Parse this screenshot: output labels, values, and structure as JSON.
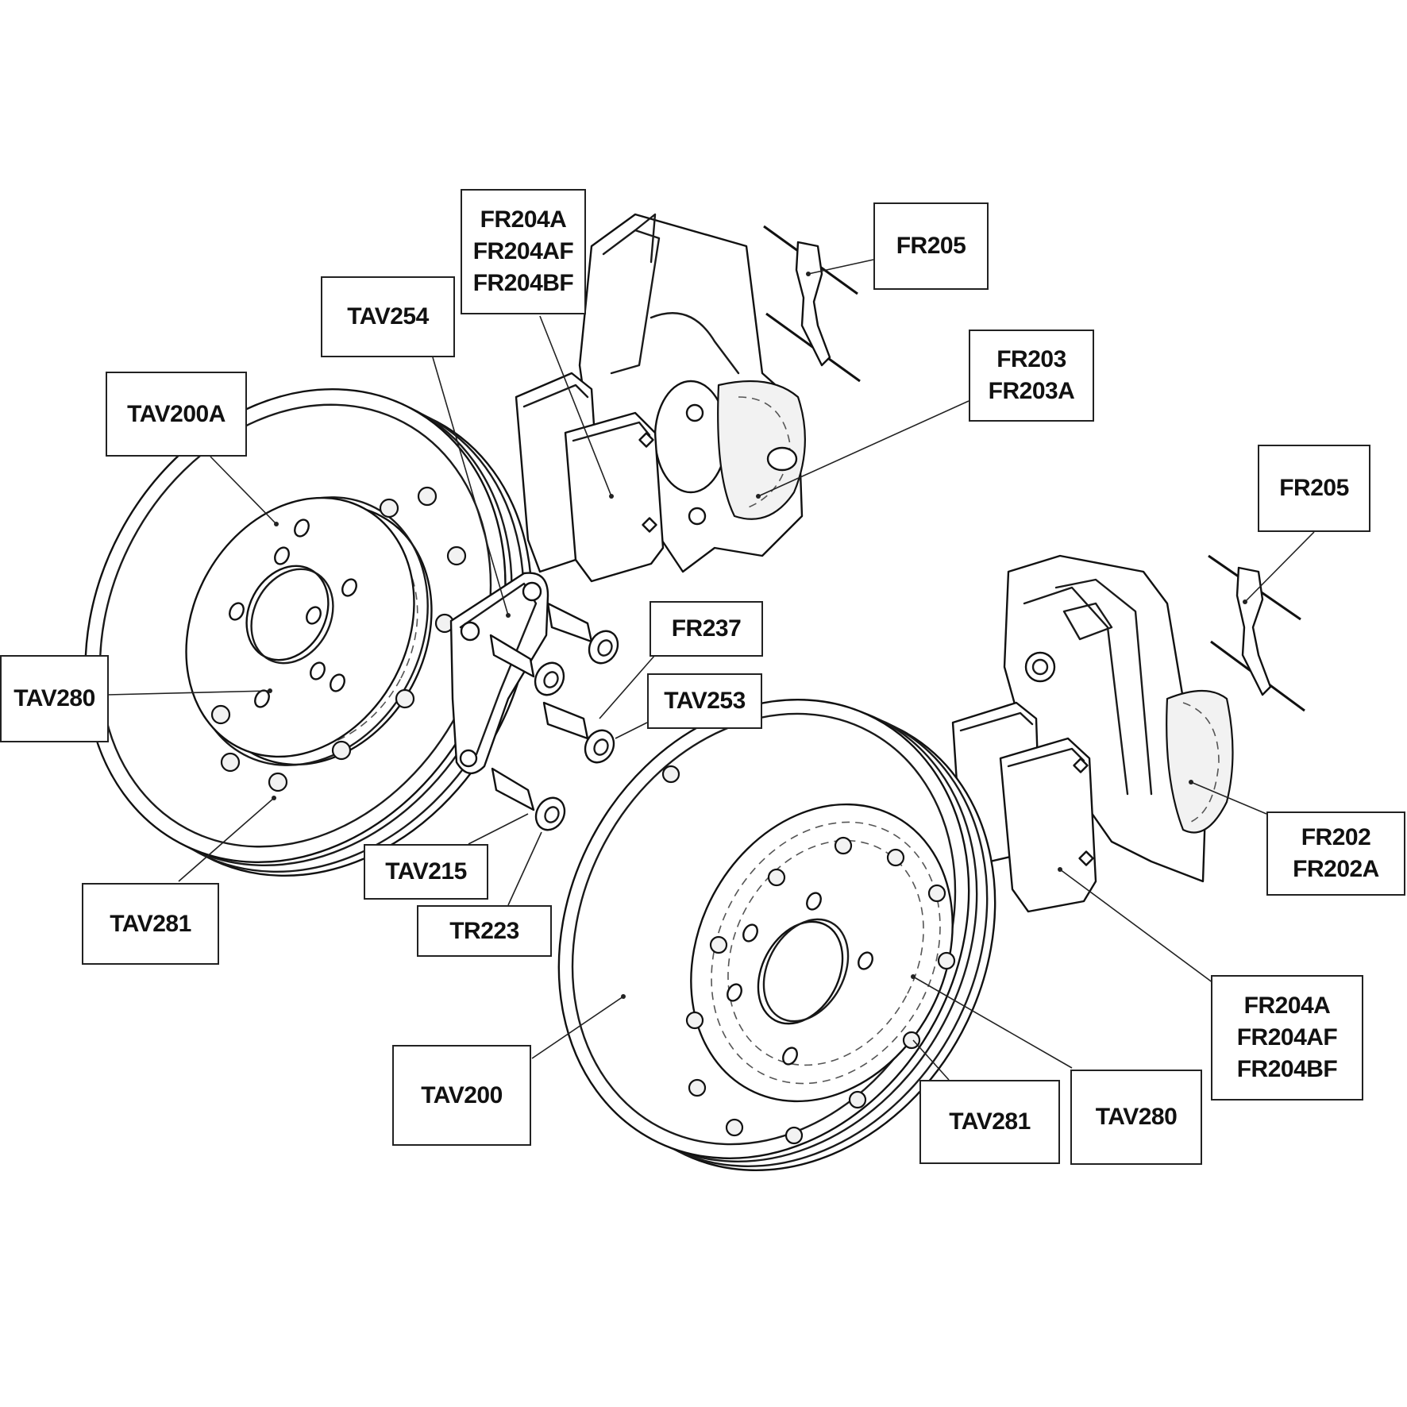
{
  "labels": {
    "fr204a_top": [
      "FR204A",
      "FR204AF",
      "FR204BF"
    ],
    "tav254": [
      "TAV254"
    ],
    "fr205_top": [
      "FR205"
    ],
    "fr203": [
      "FR203",
      "FR203A"
    ],
    "tav200a": [
      "TAV200A"
    ],
    "fr205_right": [
      "FR205"
    ],
    "fr237": [
      "FR237"
    ],
    "tav280_left": [
      "TAV280"
    ],
    "tav253": [
      "TAV253"
    ],
    "fr202": [
      "FR202",
      "FR202A"
    ],
    "tav215": [
      "TAV215"
    ],
    "tav281_left": [
      "TAV281"
    ],
    "tr223": [
      "TR223"
    ],
    "fr204a_right": [
      "FR204A",
      "FR204AF",
      "FR204BF"
    ],
    "tav200": [
      "TAV200"
    ],
    "tav281_right": [
      "TAV281"
    ],
    "tav280_right": [
      "TAV280"
    ]
  }
}
